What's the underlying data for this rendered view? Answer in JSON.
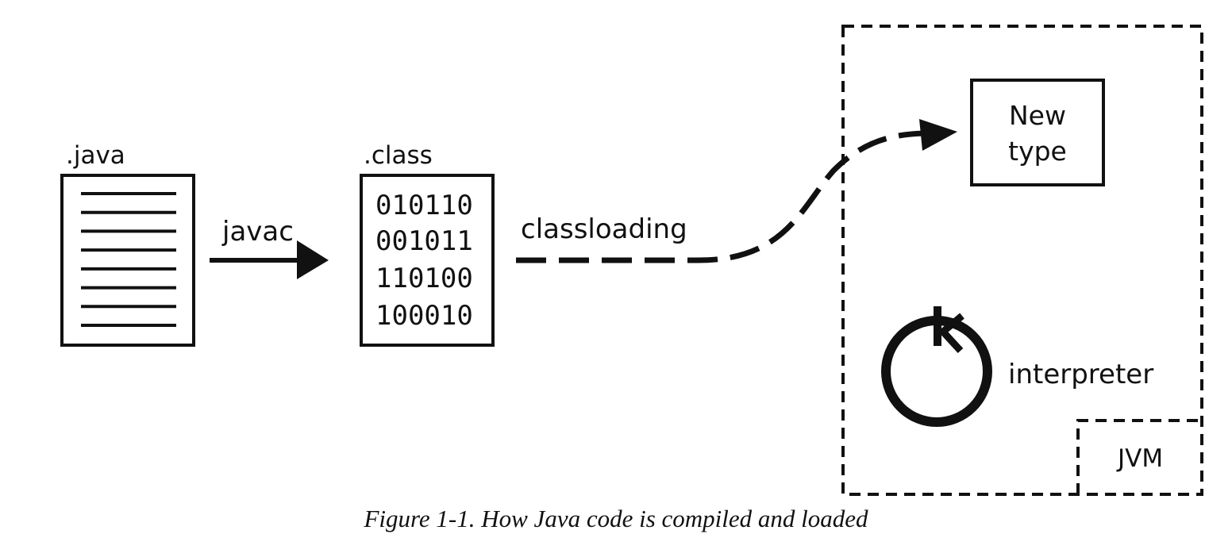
{
  "diagram": {
    "java_file": {
      "label": ".java",
      "line_count": 8
    },
    "compile_arrow": {
      "label": "javac"
    },
    "class_file": {
      "label": ".class",
      "bytes": [
        "010110",
        "001011",
        "110100",
        "100010"
      ]
    },
    "classloading_arrow": {
      "label": "classloading"
    },
    "new_type_box": {
      "line1": "New",
      "line2": "type"
    },
    "interpreter": {
      "label": "interpreter"
    },
    "jvm": {
      "label": "JVM"
    }
  },
  "caption": "Figure 1-1. How Java code is compiled and loaded"
}
